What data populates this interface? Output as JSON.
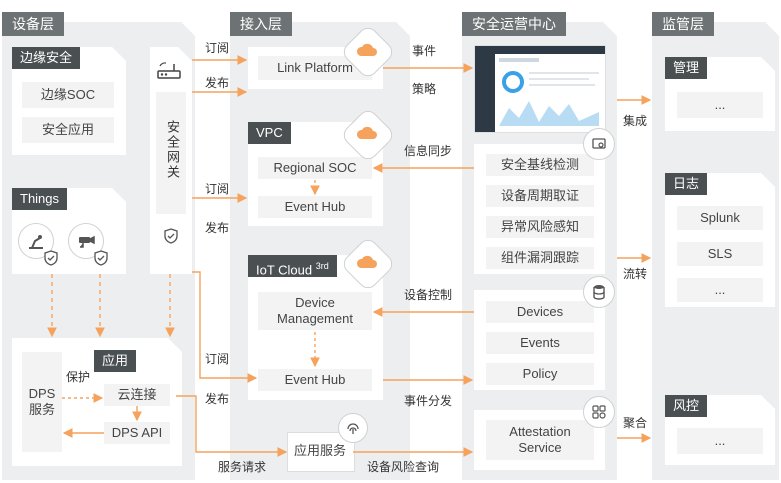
{
  "layers": {
    "device": "设备层",
    "access": "接入层",
    "security": "安全运营中心",
    "supervision": "监管层"
  },
  "device_layer": {
    "edge_security": {
      "title": "边缘安全",
      "items": [
        "边缘SOC",
        "安全应用"
      ]
    },
    "things": {
      "title": "Things"
    },
    "gateway": {
      "label": "安全网关"
    },
    "app": {
      "dps_service": "DPS\n服务",
      "title": "应用",
      "cloud_connect": "云连接",
      "dps_api": "DPS API",
      "protect": "保护"
    }
  },
  "access_layer": {
    "link_platform": "Link Platform",
    "vpc": {
      "title": "VPC",
      "regional_soc": "Regional SOC",
      "event_hub": "Event Hub"
    },
    "iot_cloud": {
      "title": "IoT Cloud",
      "sup": "3rd",
      "device_mgmt": "Device\nManagement",
      "event_hub": "Event Hub"
    },
    "app_service": "应用服务"
  },
  "security_center": {
    "baseline": [
      "安全基线检测",
      "设备周期取证",
      "异常风险感知",
      "组件漏洞跟踪"
    ],
    "data": [
      "Devices",
      "Events",
      "Policy"
    ],
    "attestation": "Attestation\nService"
  },
  "supervision_layer": {
    "manage": {
      "title": "管理",
      "items": [
        "..."
      ]
    },
    "log": {
      "title": "日志",
      "items": [
        "Splunk",
        "SLS",
        "..."
      ]
    },
    "risk": {
      "title": "风控",
      "items": [
        "..."
      ]
    }
  },
  "edge_labels": {
    "subscribe1": "订阅",
    "publish1": "发布",
    "subscribe2": "订阅",
    "publish2": "发布",
    "subscribe3": "订阅",
    "publish3": "发布",
    "event": "事件",
    "policy": "策略",
    "info_sync": "信息同步",
    "device_control": "设备控制",
    "event_dispatch": "事件分发",
    "service_request": "服务请求",
    "device_risk_query": "设备风险查询",
    "integrate": "集成",
    "flow": "流转",
    "aggregate": "聚合"
  },
  "colors": {
    "accent": "#f5a35c",
    "header": "#6d7274",
    "panel": "#eceef0",
    "box": "#f3f3f3"
  }
}
